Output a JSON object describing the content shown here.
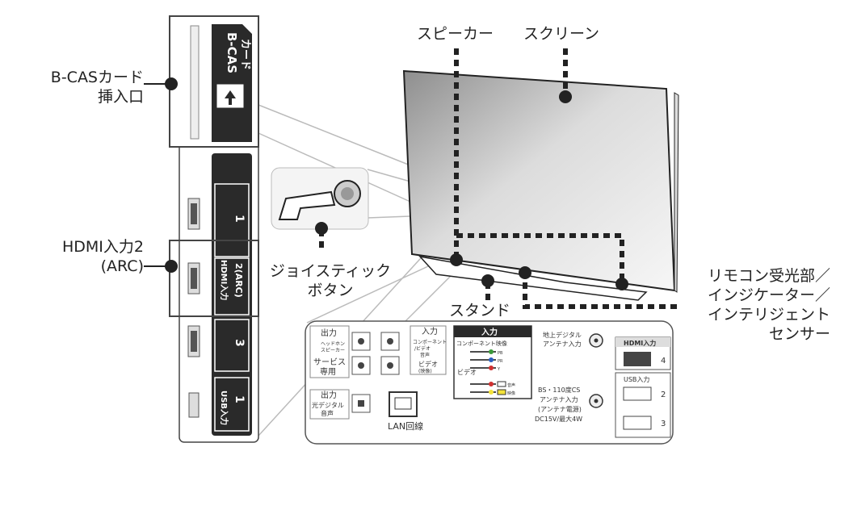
{
  "labels": {
    "bcas": [
      "B-CASカード",
      "挿入口"
    ],
    "hdmi2": [
      "HDMI入力2",
      "(ARC)"
    ],
    "speaker": "スピーカー",
    "screen": "スクリーン",
    "joystick": [
      "ジョイスティック",
      "ボタン"
    ],
    "stand": "スタンド",
    "remote": [
      "リモコン受光部／",
      "インジケーター／",
      "インテリジェント",
      "センサー"
    ]
  },
  "side_panel": {
    "bcas_slot": [
      "B-CAS",
      "カード"
    ],
    "hdmi_port1": "1",
    "hdmi_port2": "2(ARC)",
    "hdmi_port3": "3",
    "hdmi_group_label": "HDMI入力",
    "usb_label": "USB入力",
    "usb_port": "1"
  },
  "rear_panel": {
    "output_label": "出力",
    "headphone_label": "ヘッドホン",
    "speaker_label": "スピーカー",
    "service_label": [
      "サービス",
      "専用"
    ],
    "input_label": "入力",
    "component_audio": [
      "コンポーネント",
      "/ビデオ"
    ],
    "component_audio_sub": "音声",
    "video_label": [
      "ビデオ",
      "(映像)"
    ],
    "optical_out": [
      "出力",
      "光デジタル",
      "音声"
    ],
    "lan_label": "LAN回線",
    "box_title": "入力",
    "component_video": "コンポーネント映像",
    "video_sub": "ビデオ",
    "pb": "PB",
    "pr": "PR",
    "y": "Y",
    "audio_lr": "音声",
    "video_sig": "映像",
    "terrestrial": [
      "地上デジタル",
      "アンテナ入力"
    ],
    "bs": [
      "BS・110度CS",
      "アンテナ入力",
      "(アンテナ電源)",
      "DC15V/最大4W"
    ],
    "hdmi_in": "HDMI入力",
    "hdmi_in_port": "4",
    "usb_in": "USB入力",
    "usb_in_port2": "2",
    "usb_in_port3": "3"
  },
  "colors": {
    "line": "#222222",
    "panel": "#eeeeee",
    "dark": "#2a2a2a",
    "yellow": "#f3e23a"
  }
}
